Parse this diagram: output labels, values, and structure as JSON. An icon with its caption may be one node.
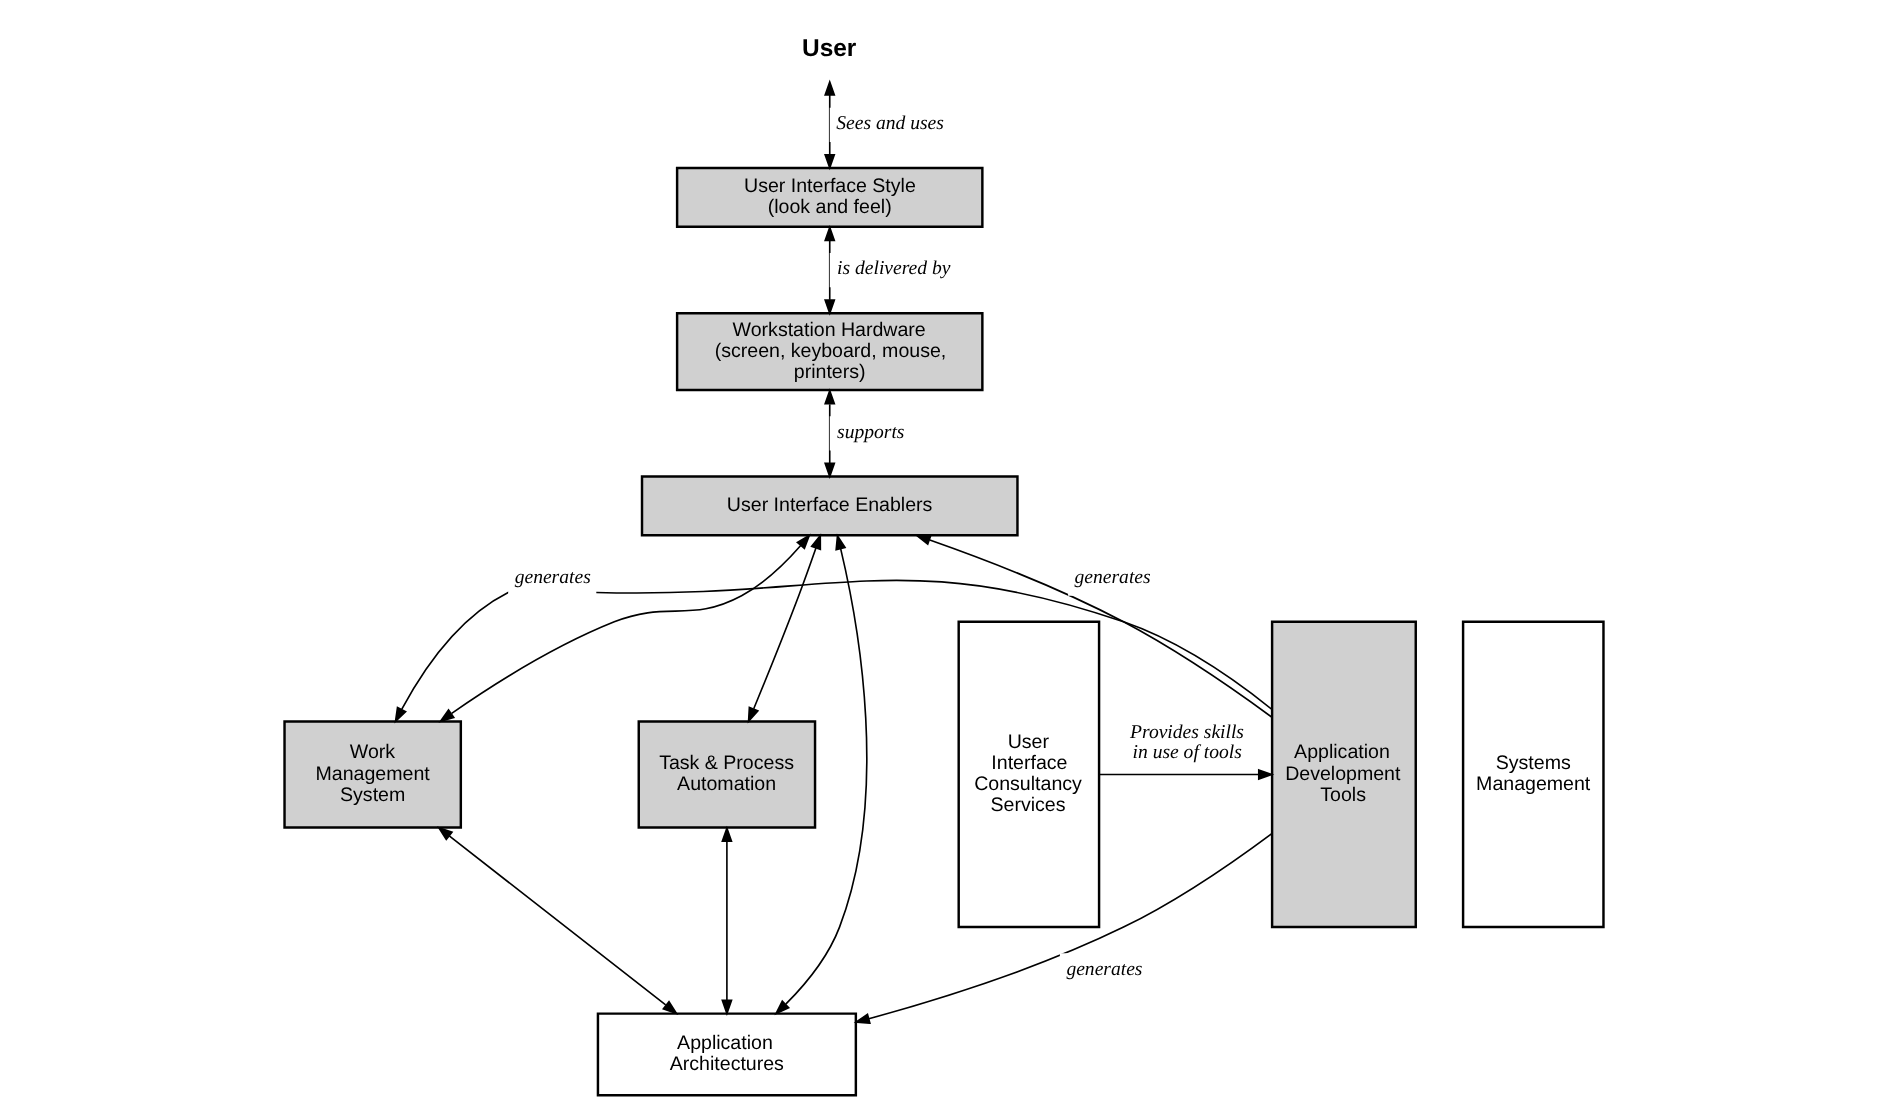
{
  "diagram": {
    "nodes": [
      {
        "text": [
          "User"
        ]
      },
      {
        "text": [
          "User Interface Style (look and feel)"
        ]
      },
      {
        "text": [
          "Workstation Hardware (screen, keyboard, mouse, printers)"
        ]
      },
      {
        "text": [
          "User Interface Consultancy Services"
        ]
      },
      {
        "text": [
          "Application Development Tools"
        ]
      },
      {
        "text": [
          "User Interface Enablers"
        ]
      },
      {
        "text": [
          "Work Management System"
        ]
      },
      {
        "text": [
          "Task & Process Automation"
        ]
      },
      {
        "text": [
          "Application Architectures"
        ]
      },
      {
        "text": [
          "Systems Management"
        ]
      }
    ],
    "edges": [
      {
        "from": 0,
        "to": 1,
        "arrow": "both",
        "label": "Sees and uses"
      },
      {
        "from": 1,
        "to": 2,
        "arrow": "both",
        "label": "is delivered by"
      },
      {
        "from": 2,
        "to": 5,
        "arrow": "both",
        "label": "supports"
      },
      {
        "from": 3,
        "to": 4,
        "arrow": "to",
        "label": "Provides skills in use of tools"
      },
      {
        "from": 4,
        "to": 5,
        "arrow": "to",
        "label": "generates"
      },
      {
        "from": 4,
        "to": 6,
        "arrow": "to",
        "label": "generates"
      },
      {
        "from": 4,
        "to": 8,
        "arrow": "to",
        "label": "generates"
      },
      {
        "from": 5,
        "to": 6,
        "arrow": "both"
      },
      {
        "from": 5,
        "to": 7,
        "arrow": "both"
      },
      {
        "from": 8,
        "to": 5,
        "arrow": "both"
      },
      {
        "from": 6,
        "to": 8,
        "arrow": "both"
      },
      {
        "from": 7,
        "to": 8,
        "arrow": "both"
      }
    ]
  }
}
